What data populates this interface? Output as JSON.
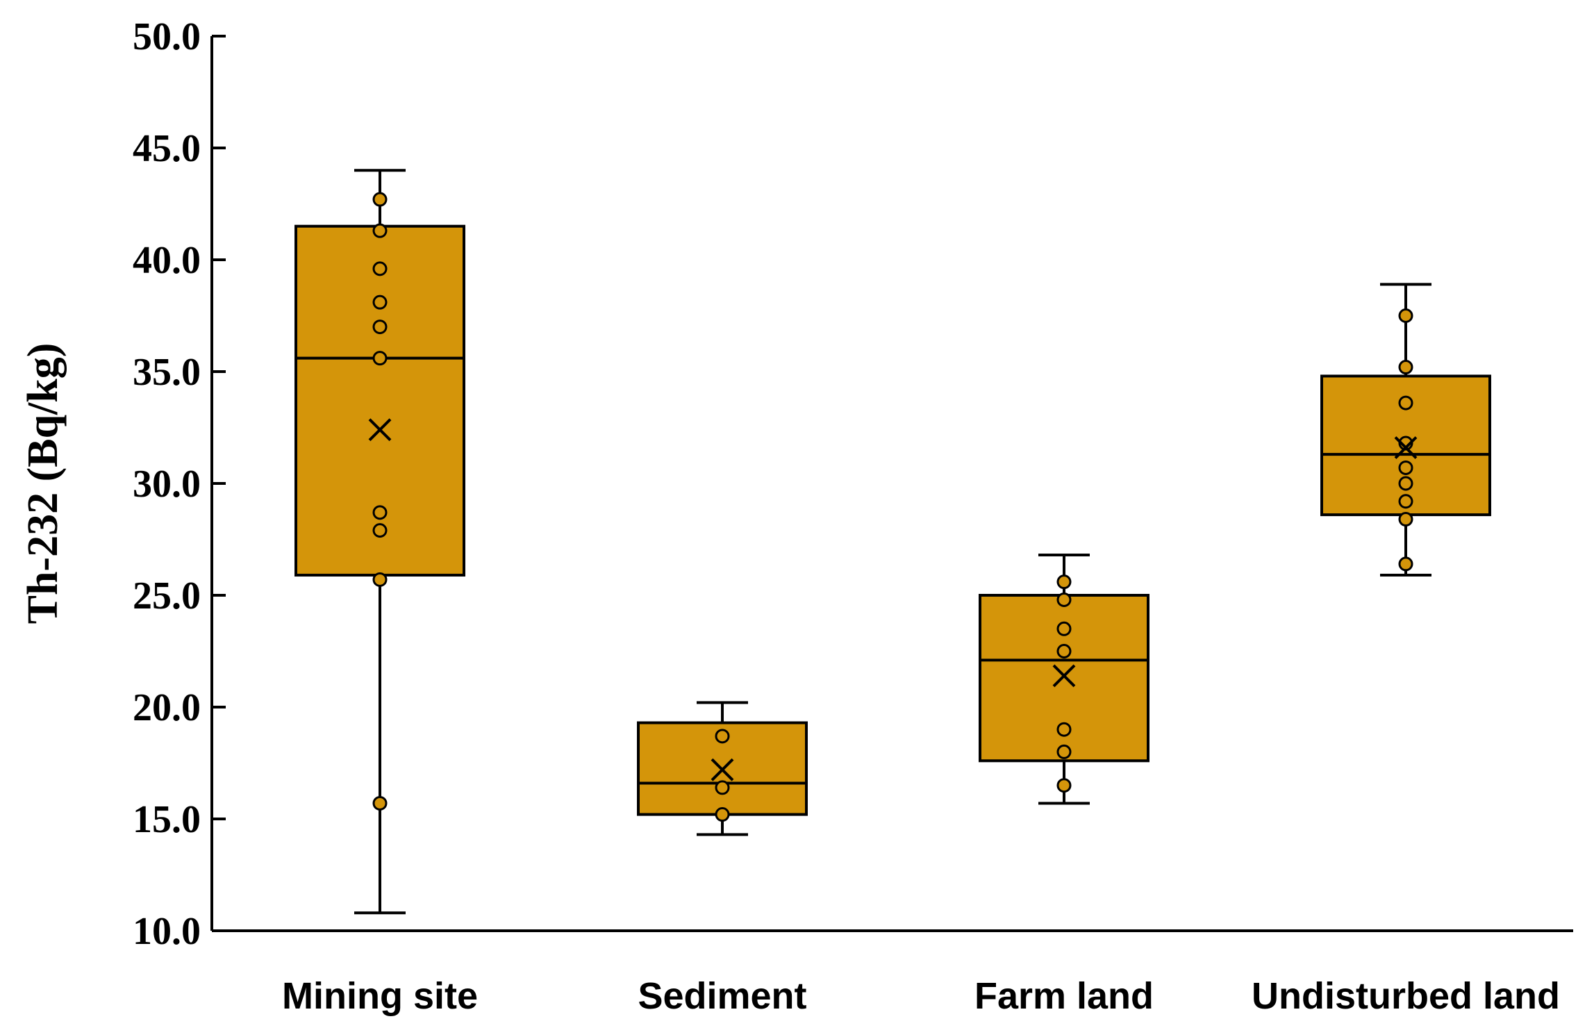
{
  "chart_data": {
    "type": "box",
    "ylabel": "Th-232 (Bq/kg)",
    "xlabel": "",
    "ylim": [
      10.0,
      50.0
    ],
    "yticks": [
      "10.0",
      "15.0",
      "20.0",
      "25.0",
      "30.0",
      "35.0",
      "40.0",
      "45.0",
      "50.0"
    ],
    "grid": false,
    "legend": false,
    "colors": {
      "box_fill": "#D4950A",
      "stroke": "#000000"
    },
    "categories": [
      "Mining site",
      "Sediment",
      "Farm land",
      "Undisturbed land"
    ],
    "boxes": [
      {
        "category": "Mining site",
        "min": 10.8,
        "q1": 25.9,
        "median": 35.6,
        "q3": 41.5,
        "max": 44.0,
        "mean": 32.4,
        "points": [
          42.7,
          41.3,
          39.6,
          38.1,
          37.0,
          35.6,
          28.7,
          27.9,
          25.7,
          15.7
        ]
      },
      {
        "category": "Sediment",
        "min": 14.3,
        "q1": 15.2,
        "median": 16.6,
        "q3": 19.3,
        "max": 20.2,
        "mean": 17.2,
        "points": [
          18.7,
          16.4,
          15.2
        ]
      },
      {
        "category": "Farm land",
        "min": 15.7,
        "q1": 17.6,
        "median": 22.1,
        "q3": 25.0,
        "max": 26.8,
        "mean": 21.4,
        "points": [
          25.6,
          24.8,
          23.5,
          22.5,
          19.0,
          18.0,
          16.5
        ]
      },
      {
        "category": "Undisturbed land",
        "min": 25.9,
        "q1": 28.6,
        "median": 31.3,
        "q3": 34.8,
        "max": 38.9,
        "mean": 31.6,
        "points": [
          37.5,
          35.2,
          33.6,
          31.8,
          30.7,
          30.0,
          29.2,
          28.4,
          26.4
        ]
      }
    ]
  }
}
